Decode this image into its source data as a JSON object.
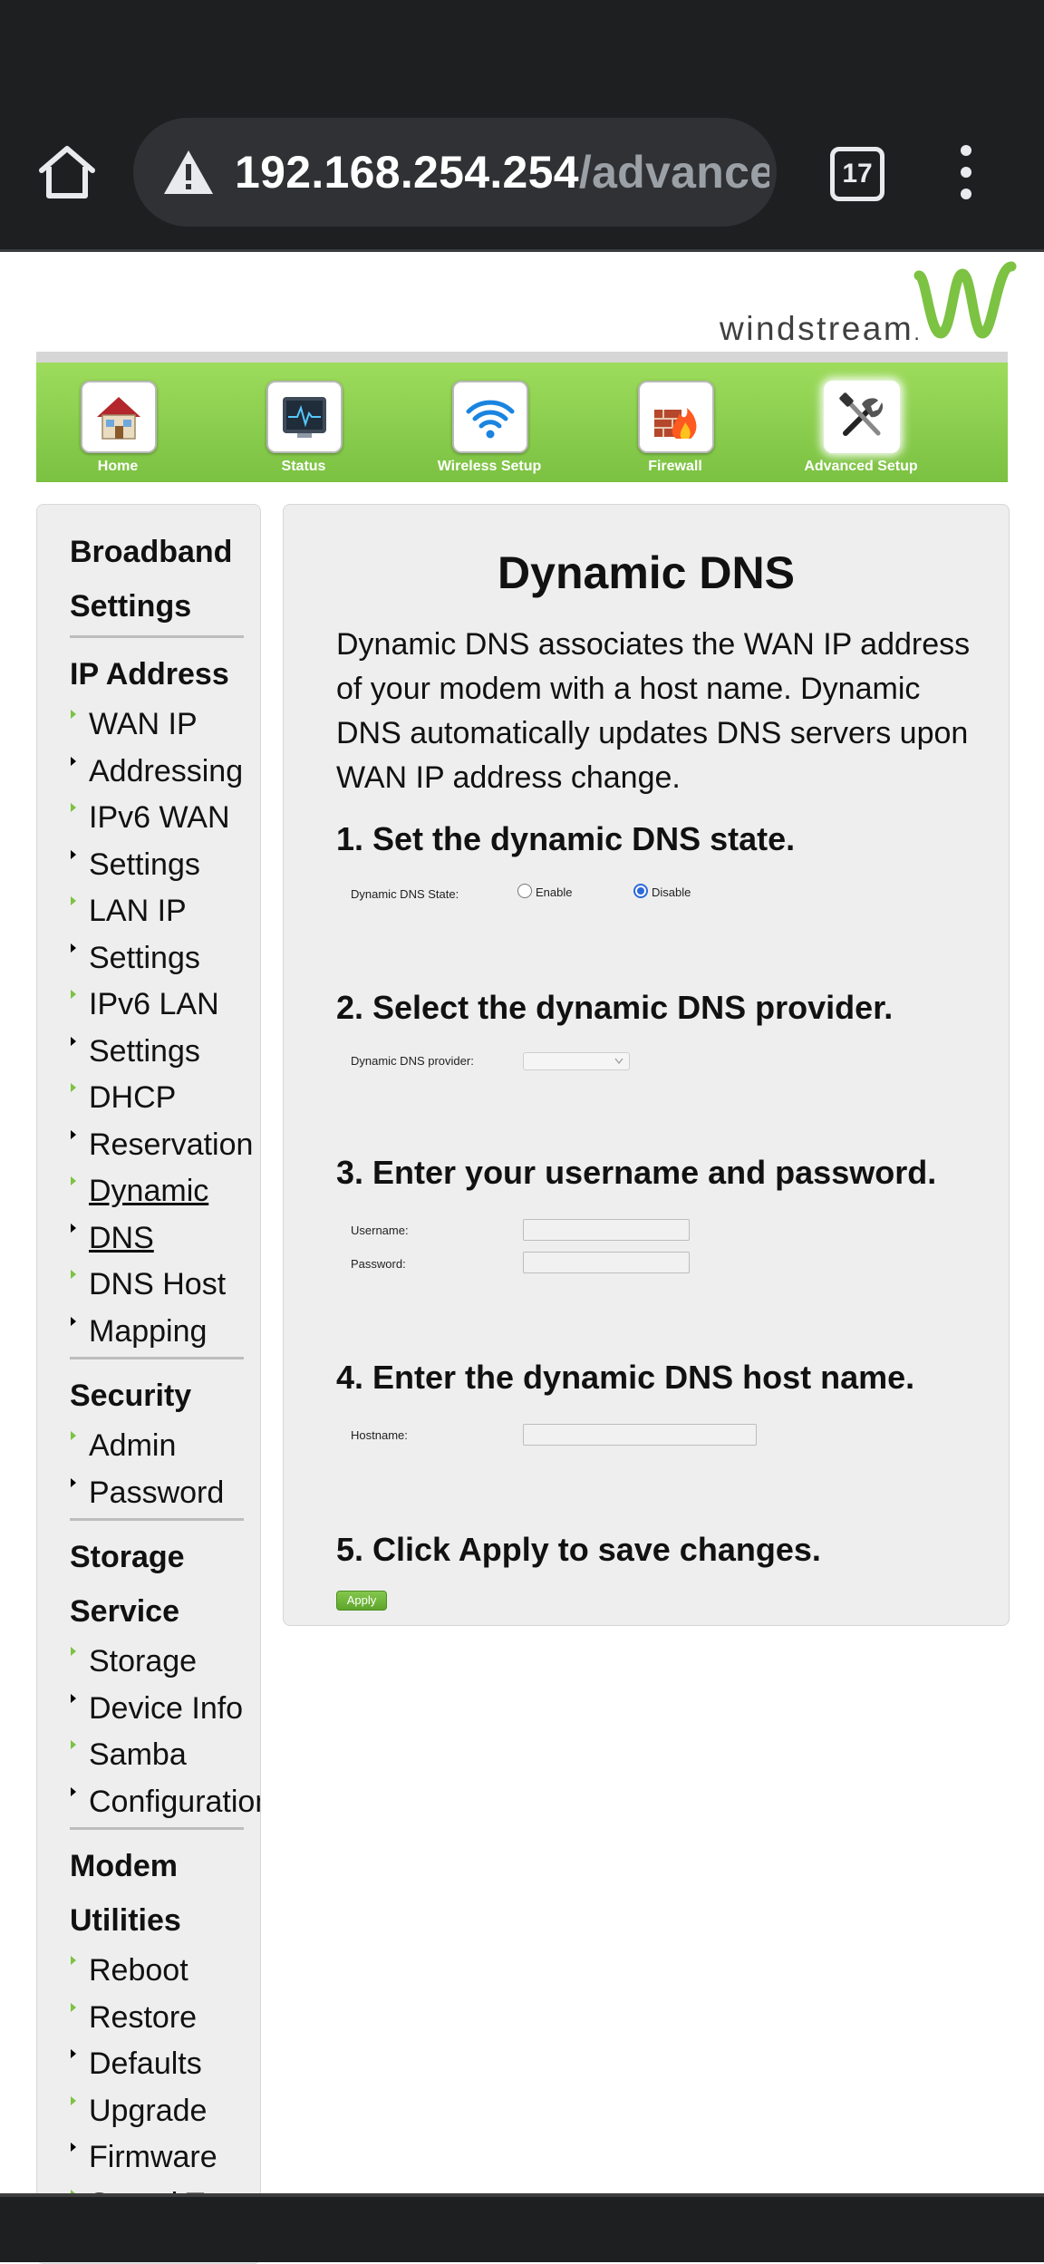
{
  "browser": {
    "url_host": "192.168.254.254",
    "url_path": "/advanced",
    "tab_count": "17",
    "icons": [
      "home-icon",
      "warning-icon",
      "tabs-icon",
      "more-vert-icon"
    ]
  },
  "brand": {
    "name": "windstream",
    "mark": "."
  },
  "nav": [
    {
      "label": "Home",
      "icon": "house-icon"
    },
    {
      "label": "Status",
      "icon": "monitor-icon"
    },
    {
      "label": "Wireless Setup",
      "icon": "wifi-icon"
    },
    {
      "label": "Firewall",
      "icon": "firewall-icon"
    },
    {
      "label": "Advanced Setup",
      "icon": "tools-icon",
      "active": true
    }
  ],
  "sidebar": {
    "sections": [
      {
        "title": [
          "Broadband",
          "Settings"
        ],
        "items": []
      },
      {
        "title": [
          "IP Address"
        ],
        "items": [
          [
            "WAN IP",
            "Addressing"
          ],
          [
            "IPv6 WAN",
            "Settings"
          ],
          [
            "LAN IP",
            "Settings"
          ],
          [
            "IPv6 LAN",
            "Settings"
          ],
          [
            "DHCP",
            "Reservation"
          ],
          [
            "Dynamic",
            "DNS"
          ],
          [
            "DNS Host",
            "Mapping"
          ]
        ]
      },
      {
        "title": [
          "Security"
        ],
        "items": [
          [
            "Admin",
            "Password"
          ]
        ]
      },
      {
        "title": [
          "Storage",
          "Service"
        ],
        "items": [
          [
            "Storage",
            "Device Info"
          ],
          [
            "Samba",
            "Configuration"
          ]
        ]
      },
      {
        "title": [
          "Modem",
          "Utilities"
        ],
        "items": [
          [
            "Reboot"
          ],
          [
            "Restore",
            "Defaults"
          ],
          [
            "Upgrade",
            "Firmware"
          ],
          [
            "Speed Test"
          ]
        ]
      }
    ]
  },
  "main": {
    "title": "Dynamic DNS",
    "intro": "Dynamic DNS associates the WAN IP address of your modem with a host name. Dynamic DNS automatically updates DNS servers upon WAN IP address change.",
    "step1": "1. Set the dynamic DNS state.",
    "state_label": "Dynamic DNS State:",
    "state_options": [
      "Enable",
      "Disable"
    ],
    "state_selected": "Disable",
    "step2": "2. Select the dynamic DNS provider.",
    "provider_label": "Dynamic DNS provider:",
    "provider_value": "",
    "step3": "3. Enter your username and password.",
    "username_label": "Username:",
    "username_value": "",
    "password_label": "Password:",
    "password_value": "",
    "step4": "4. Enter the dynamic DNS host name.",
    "hostname_label": "Hostname:",
    "hostname_value": "",
    "step5": "5. Click Apply to save changes.",
    "apply_label": "Apply"
  },
  "colors": {
    "nav_green_top": "#9ddc5c",
    "nav_green_bottom": "#7bc142",
    "brand_green": "#7cc243",
    "radio_blue": "#2a6ad8",
    "chrome_dark": "#1e1f21"
  }
}
